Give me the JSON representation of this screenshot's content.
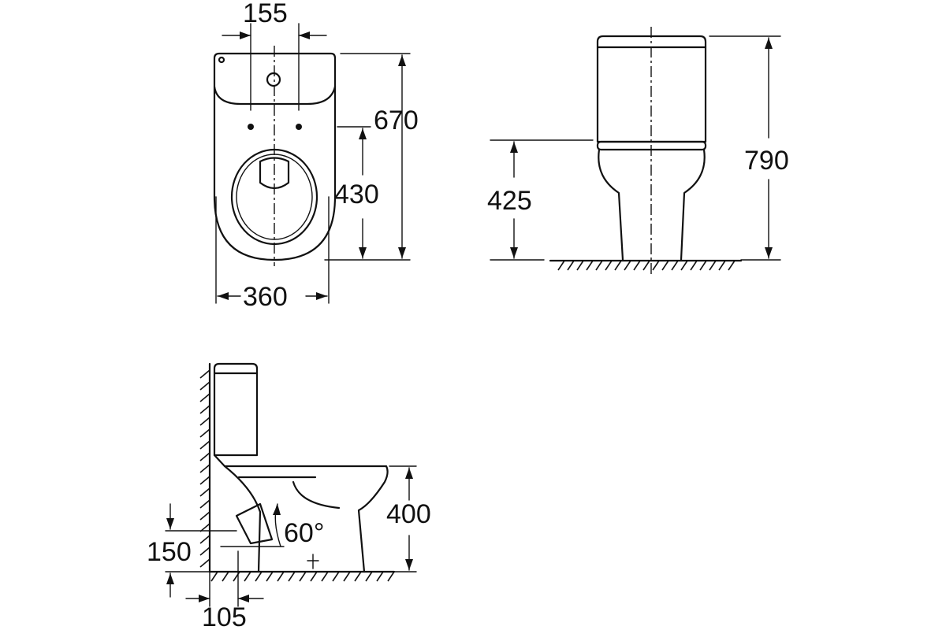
{
  "top_view": {
    "width_label": "360",
    "holes_label": "155",
    "length_label": "670",
    "seat_label": "430"
  },
  "front_view": {
    "height_label": "790",
    "seat_height_label": "425"
  },
  "side_view": {
    "bowl_height_label": "400",
    "outlet_height_label": "150",
    "outlet_offset_label": "105",
    "outlet_angle_label": "60°"
  }
}
